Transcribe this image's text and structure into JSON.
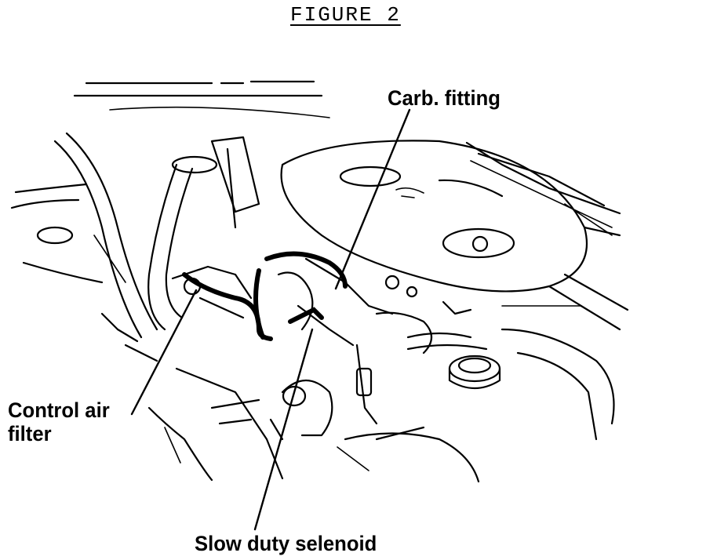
{
  "figure": {
    "title": "FIGURE 2"
  },
  "callouts": {
    "carb_fitting": "Carb. fitting",
    "control_air_filter_line1": "Control air",
    "control_air_filter_line2": "filter",
    "slow_duty_solenoid": "Slow duty selenoid"
  }
}
